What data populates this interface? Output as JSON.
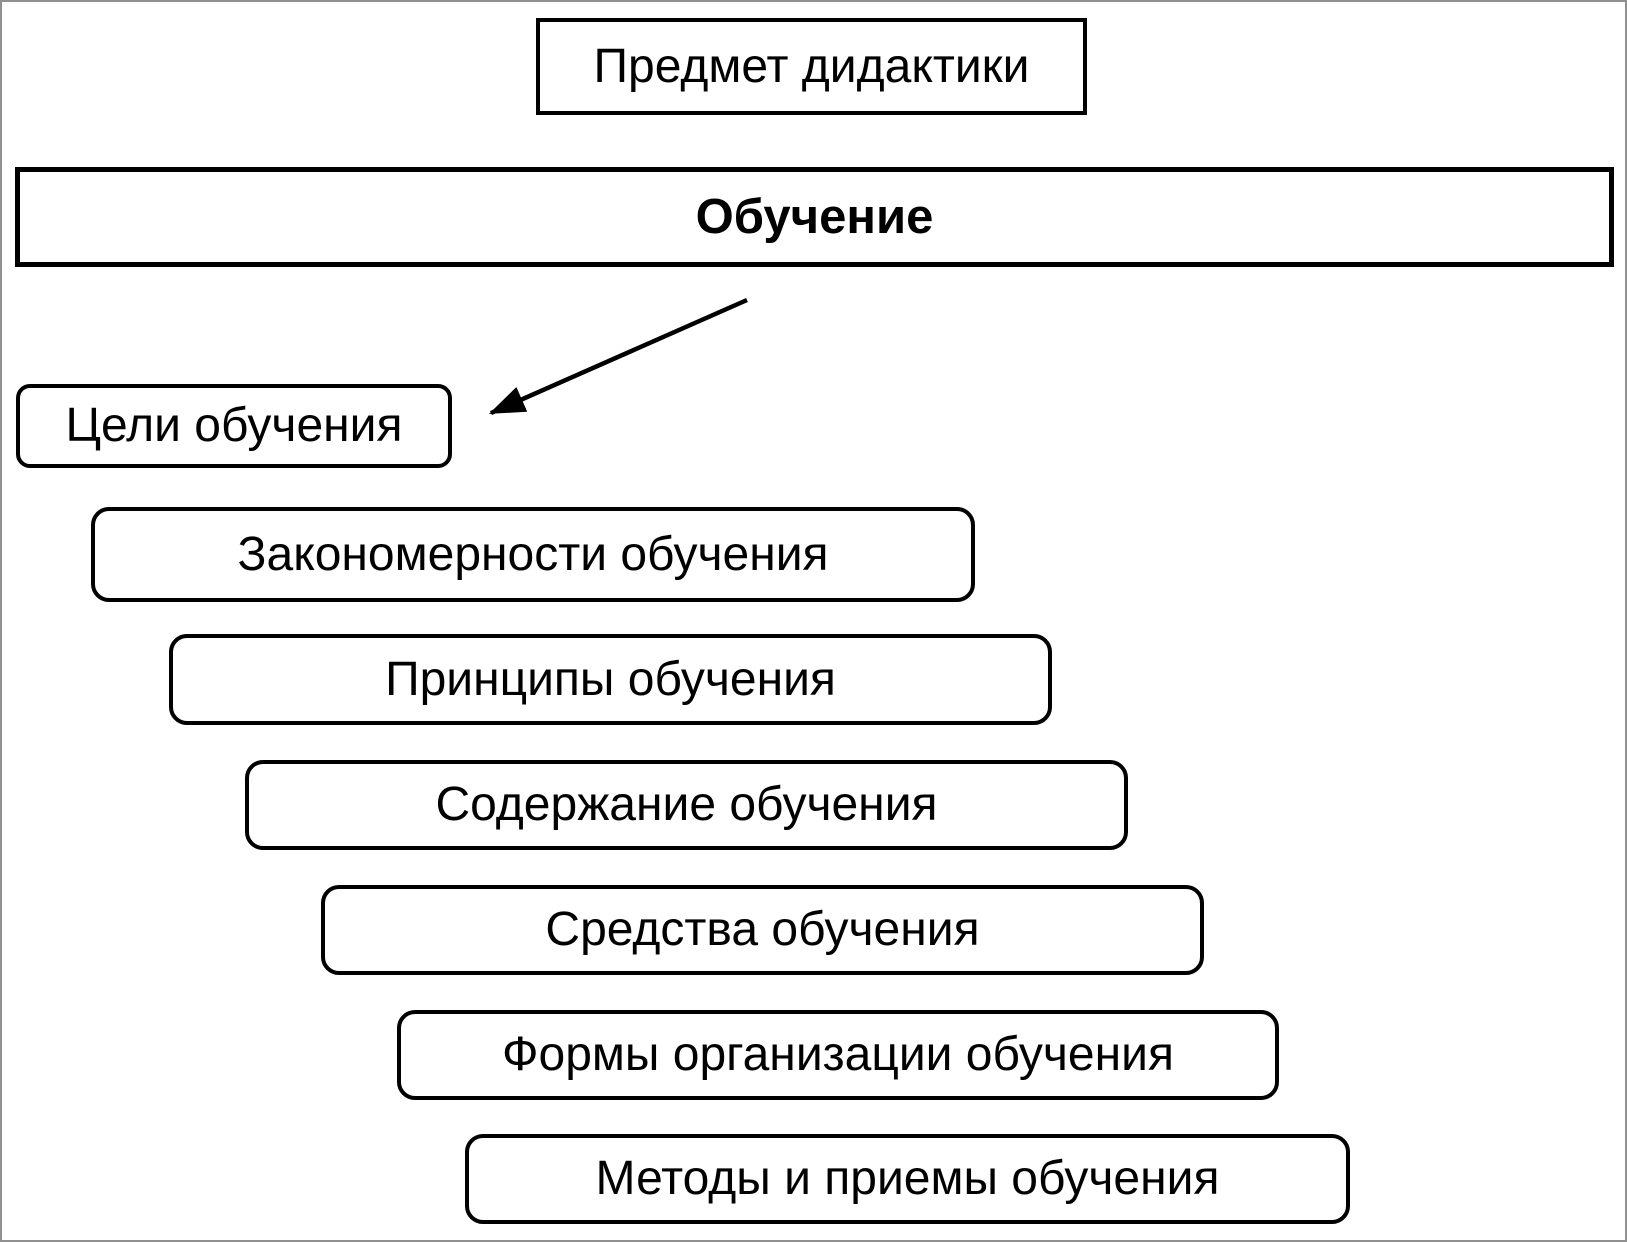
{
  "diagram": {
    "title_box": {
      "label": "Предмет дидактики"
    },
    "main_box": {
      "label": "Обучение"
    },
    "cascade_boxes": [
      {
        "label": "Цели обучения"
      },
      {
        "label": "Закономерности обучения"
      },
      {
        "label": "Принципы обучения"
      },
      {
        "label": "Содержание обучения"
      },
      {
        "label": "Средства обучения"
      },
      {
        "label": "Формы организации обучения"
      },
      {
        "label": "Методы и приемы обучения"
      }
    ],
    "arrow": {
      "icon": "arrow-down-left",
      "from": "Обучение",
      "to": "Цели обучения"
    },
    "colors": {
      "line": "#000000",
      "background": "#ffffff",
      "frame": "#909090"
    }
  }
}
